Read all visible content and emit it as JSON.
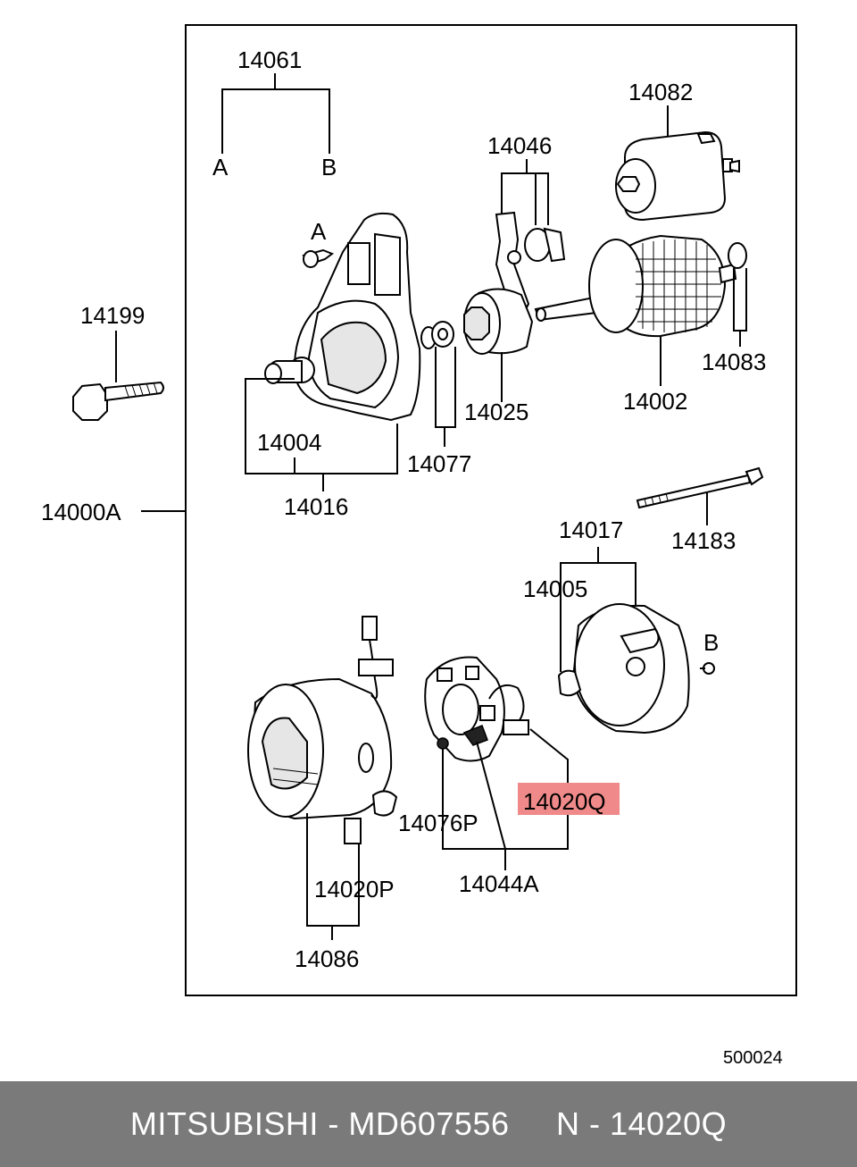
{
  "labels": {
    "l14061": "14061",
    "lA1": "A",
    "lB1": "B",
    "l14082": "14082",
    "l14046": "14046",
    "lA2": "A",
    "l14199": "14199",
    "l14083": "14083",
    "l14025": "14025",
    "l14002": "14002",
    "l14004": "14004",
    "l14077": "14077",
    "l14016": "14016",
    "l14000A": "14000A",
    "l14183": "14183",
    "l14017": "14017",
    "l14005": "14005",
    "lB2": "B",
    "l14020Q": "14020Q",
    "l14076P": "14076P",
    "l14020P": "14020P",
    "l14044A": "14044A",
    "l14086": "14086",
    "code": "500024"
  },
  "highlight_color": "#f08a8a",
  "footer": {
    "text": "MITSUBISHI - MD607556     N - 14020Q"
  }
}
